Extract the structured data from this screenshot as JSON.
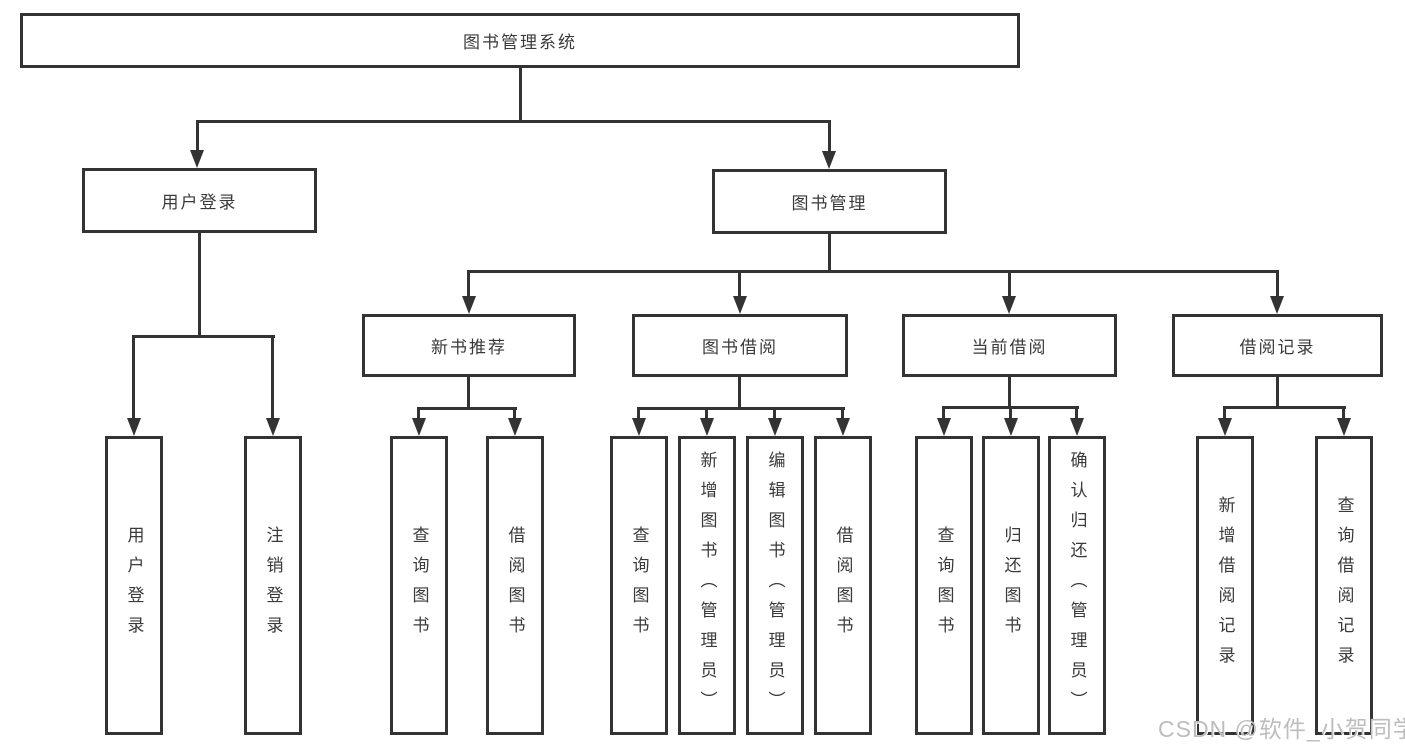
{
  "colors": {
    "line": "#333333",
    "text": "#3a3a3a",
    "background": "#ffffff",
    "watermark": "#bdbdbd"
  },
  "watermark": "CSDN @软件_小贺同学",
  "tree": {
    "label": "图书管理系统",
    "children": [
      {
        "label": "用户登录",
        "children": [
          {
            "label": "用户登录"
          },
          {
            "label": "注销登录"
          }
        ]
      },
      {
        "label": "图书管理",
        "children": [
          {
            "label": "新书推荐",
            "children": [
              {
                "label": "查询图书"
              },
              {
                "label": "借阅图书"
              }
            ]
          },
          {
            "label": "图书借阅",
            "children": [
              {
                "label": "查询图书"
              },
              {
                "label": "新增图书（管理员）"
              },
              {
                "label": "编辑图书（管理员）"
              },
              {
                "label": "借阅图书"
              }
            ]
          },
          {
            "label": "当前借阅",
            "children": [
              {
                "label": "查询图书"
              },
              {
                "label": "归还图书"
              },
              {
                "label": "确认归还（管理员）"
              }
            ]
          },
          {
            "label": "借阅记录",
            "children": [
              {
                "label": "新增借阅记录"
              },
              {
                "label": "查询借阅记录"
              }
            ]
          }
        ]
      }
    ]
  }
}
